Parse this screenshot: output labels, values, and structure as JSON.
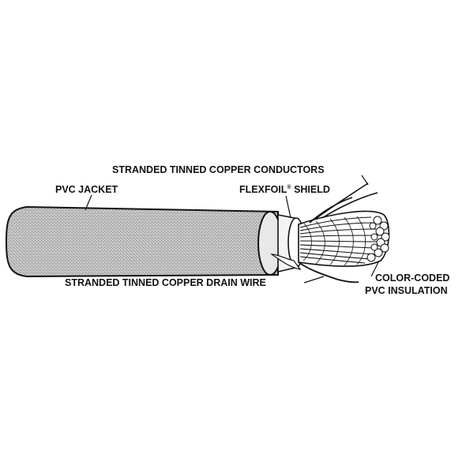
{
  "labels": {
    "conductors": "STRANDED TINNED COPPER CONDUCTORS",
    "jacket": "PVC JACKET",
    "shield_name": "FLEXFOIL",
    "shield_mark": "®",
    "shield_word": " SHIELD",
    "drain": "STRANDED TINNED COPPER DRAIN WIRE",
    "insulation_line1": "COLOR-CODED",
    "insulation_line2": "PVC INSULATION"
  },
  "colors": {
    "ink": "#111111",
    "jacket_fill": "#b9b9b9",
    "foil": "#f2f2f2",
    "background": "#ffffff"
  }
}
